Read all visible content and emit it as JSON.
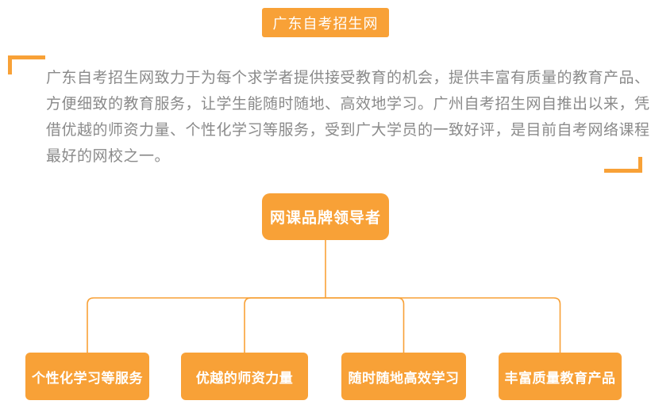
{
  "theme": {
    "accent_orange": "#f8a137",
    "text_gray": "#8a8a8a",
    "node_text": "#ffffff"
  },
  "header": {
    "site_badge": "广东自考招生网"
  },
  "intro": {
    "lines": [
      "广东自考招生网致力于为每个求学者提供接受教育的机会，提供丰富有质量的教育产品、",
      "方便细致的教育服务，让学生能随时随地、高效地学习。广州自考招生网自推出以来，凭",
      "借优越的师资力量、个性化学习等服务，受到广大学员的一致好评，是目前自考网络课程",
      "最好的网校之一。"
    ]
  },
  "diagram": {
    "root_label": "网课品牌领导者",
    "children": [
      {
        "label": "个性化学习等服务"
      },
      {
        "label": "优越的师资力量"
      },
      {
        "label": "随时随地高效学习"
      },
      {
        "label": "丰富质量教育产品"
      }
    ]
  }
}
